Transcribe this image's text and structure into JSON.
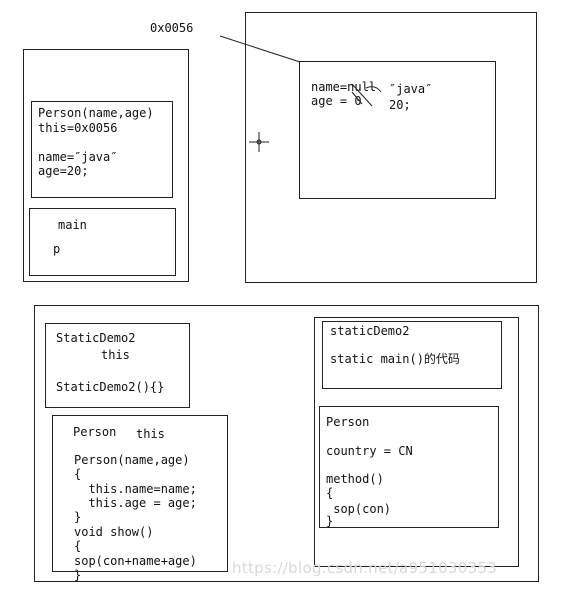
{
  "heap_address": "0x0056",
  "stack": {
    "person_frame": {
      "title": "Person(name,age)",
      "this_line": "this=0x0056",
      "name_line": "name=″java″",
      "age_line": "age=20;"
    },
    "main_frame": {
      "title": "main",
      "var": "p"
    }
  },
  "heap": {
    "name_old": "name=null",
    "name_new": "″java″",
    "age_old": "age = 0",
    "age_new": "20;"
  },
  "method_area": {
    "static_demo_class": {
      "title": "StaticDemo2",
      "this_label": "this",
      "ctor": "StaticDemo2(){}"
    },
    "person_class": {
      "title": "Person",
      "this_label": "this",
      "lines": [
        "Person(name,age)",
        "{",
        "  this.name=name;",
        "  this.age = age;",
        "}",
        "void show()",
        "{",
        "sop(con+name+age)",
        "}"
      ]
    },
    "static_area": {
      "static_demo": {
        "title": "staticDemo2",
        "body": "static main()的代码"
      },
      "person": {
        "title": "Person",
        "field": "country = CN",
        "method_lines": [
          "method()",
          "{",
          " sop(con)",
          "}"
        ]
      }
    }
  },
  "watermark": "https://blog.csdn.net/a951030353"
}
